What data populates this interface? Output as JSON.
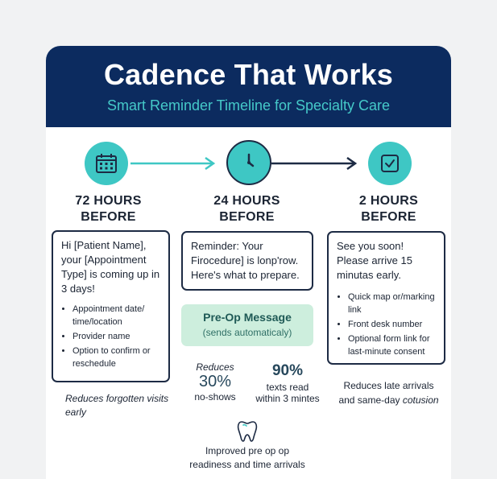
{
  "header": {
    "title": "Cadence That Works",
    "subtitle": "Smart Reminder Timeline for Specialty Care"
  },
  "colors": {
    "navy": "#0c2b5f",
    "teal": "#3ec7c4",
    "mint": "#cdeedd"
  },
  "stages": [
    {
      "icon": "calendar-icon",
      "label_line1": "72 HOURS",
      "label_line2": "BEFORE",
      "message": "Hi [Patient Name], your [Appointment Type] is coming up in 3 days!",
      "bullets": [
        "Appointment date/ time/location",
        "Provider name",
        "Option to confirm or reschedule"
      ],
      "note": "Reduces forgotten visits early"
    },
    {
      "icon": "clock-icon",
      "label_line1": "24 HOURS",
      "label_line2": "BEFORE",
      "message": "Reminder: Your Firocedure] is lonp'row. Here's what to prepare.",
      "pre_op_title": "Pre-Op Message",
      "pre_op_subtitle": "(sends automaticaly)",
      "stat1": {
        "label_top": "Reduces",
        "value": "30%",
        "label_bottom": "no-shows"
      },
      "stat2": {
        "value": "90%",
        "label_top": "texts read",
        "label_bottom": "within 3 mintes"
      }
    },
    {
      "icon": "checkbox-icon",
      "label_line1": "2 HOURS",
      "label_line2": "BEFORE",
      "message": "See you soon! Please arrive 15 minutas early.",
      "bullets": [
        "Quick map or/marking link",
        "Front desk number",
        "Optional form link for last-minute consent"
      ],
      "note_line1": "Reduces late arrivals",
      "note_line2_plain": "and same-day ",
      "note_line2_italic": "cotusion"
    }
  ],
  "footer": {
    "icon": "tooth-icon",
    "line1": "Improved pre op op",
    "line2": "readiness and time arrivals"
  }
}
